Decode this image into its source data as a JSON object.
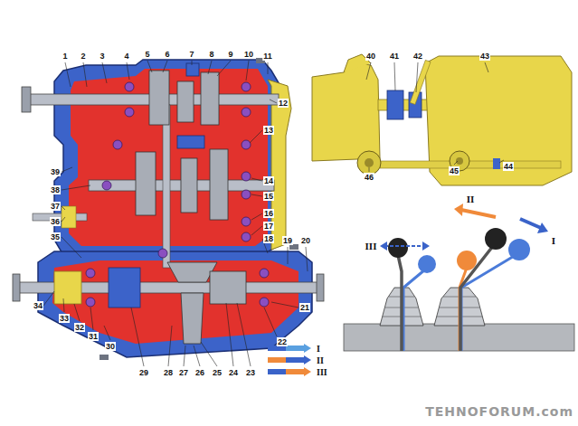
{
  "diagram": {
    "labels": [
      "1",
      "2",
      "3",
      "4",
      "5",
      "6",
      "7",
      "8",
      "9",
      "10",
      "11",
      "12",
      "13",
      "14",
      "15",
      "16",
      "17",
      "18",
      "19",
      "20",
      "21",
      "22",
      "23",
      "24",
      "25",
      "26",
      "27",
      "28",
      "29",
      "30",
      "31",
      "32",
      "33",
      "34",
      "35",
      "36",
      "37",
      "38",
      "39",
      "40",
      "41",
      "42",
      "43",
      "44",
      "45",
      "46",
      "III",
      "II",
      "I",
      "TEHNOFORUM.com"
    ],
    "legend": [
      {
        "text": "I"
      },
      {
        "text": "II"
      },
      {
        "text": "III"
      }
    ]
  }
}
